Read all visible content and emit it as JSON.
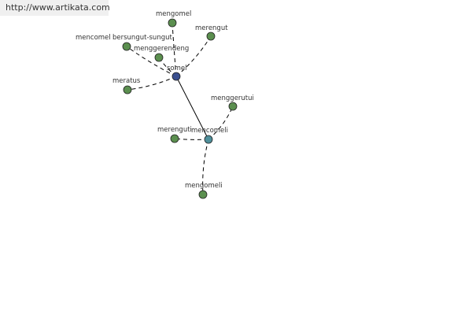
{
  "watermark": "http://www.artikata.com",
  "colors": {
    "hub_primary": "#3a4f8f",
    "hub_secondary": "#4f8f9a",
    "leaf": "#5b8f4f",
    "edge": "#000000"
  },
  "nodes": [
    {
      "id": "somel",
      "label": "somel",
      "kind": "hub_primary"
    },
    {
      "id": "mencomeli",
      "label": "mencomeli",
      "kind": "hub_secondary"
    },
    {
      "id": "mengomel",
      "label": "mengomel",
      "kind": "leaf"
    },
    {
      "id": "merengut",
      "label": "merengut",
      "kind": "leaf"
    },
    {
      "id": "mencomel",
      "label": "mencomel",
      "kind": "leaf"
    },
    {
      "id": "bersungut-sungut",
      "label": "bersungut-sungut",
      "kind": "leaf"
    },
    {
      "id": "menggerendeng",
      "label": "menggerendeng",
      "kind": "leaf"
    },
    {
      "id": "meratus",
      "label": "meratus",
      "kind": "leaf"
    },
    {
      "id": "menggerutui",
      "label": "menggerutui",
      "kind": "leaf"
    },
    {
      "id": "merenguti",
      "label": "merenguti",
      "kind": "leaf"
    },
    {
      "id": "mengomeli",
      "label": "mengomeli",
      "kind": "leaf"
    }
  ],
  "edges": [
    {
      "from": "somel",
      "to": "mencomeli",
      "style": "solid"
    },
    {
      "from": "somel",
      "to": "mengomel",
      "style": "dashed"
    },
    {
      "from": "somel",
      "to": "merengut",
      "style": "dashed"
    },
    {
      "from": "somel",
      "to": "mencomel",
      "style": "dashed"
    },
    {
      "from": "somel",
      "to": "menggerendeng",
      "style": "dashed"
    },
    {
      "from": "somel",
      "to": "meratus",
      "style": "dashed"
    },
    {
      "from": "mencomeli",
      "to": "menggerutui",
      "style": "dashed"
    },
    {
      "from": "mencomeli",
      "to": "merenguti",
      "style": "dashed"
    },
    {
      "from": "mencomeli",
      "to": "mengomeli",
      "style": "dashed"
    }
  ]
}
